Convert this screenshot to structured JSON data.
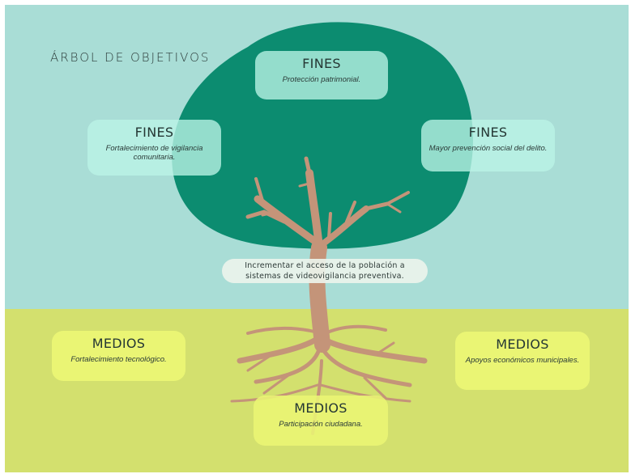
{
  "diagram": {
    "title": "ÁRBOL DE OBJETIVOS",
    "goal": {
      "line1": "Incrementar el acceso de la población a",
      "line2": "sistemas de videovigilancia preventiva."
    },
    "fines": [
      {
        "heading": "FINES",
        "text": "Protección patrimonial."
      },
      {
        "heading": "FINES",
        "text": "Fortalecimiento de vigilancia comunitaria."
      },
      {
        "heading": "FINES",
        "text": "Mayor prevención social del delito."
      }
    ],
    "medios": [
      {
        "heading": "MEDIOS",
        "text": "Fortalecimiento tecnológico."
      },
      {
        "heading": "MEDIOS",
        "text": "Apoyos económicos municipales."
      },
      {
        "heading": "MEDIOS",
        "text": "Participación ciudadana."
      }
    ],
    "colors": {
      "sky": "#a9ddd6",
      "ground": "#d3e06e",
      "canopy": "#0c8c70",
      "trunk": "#c49479",
      "fin_box": "#bbf3e7",
      "medio_box": "#eaf574"
    }
  }
}
